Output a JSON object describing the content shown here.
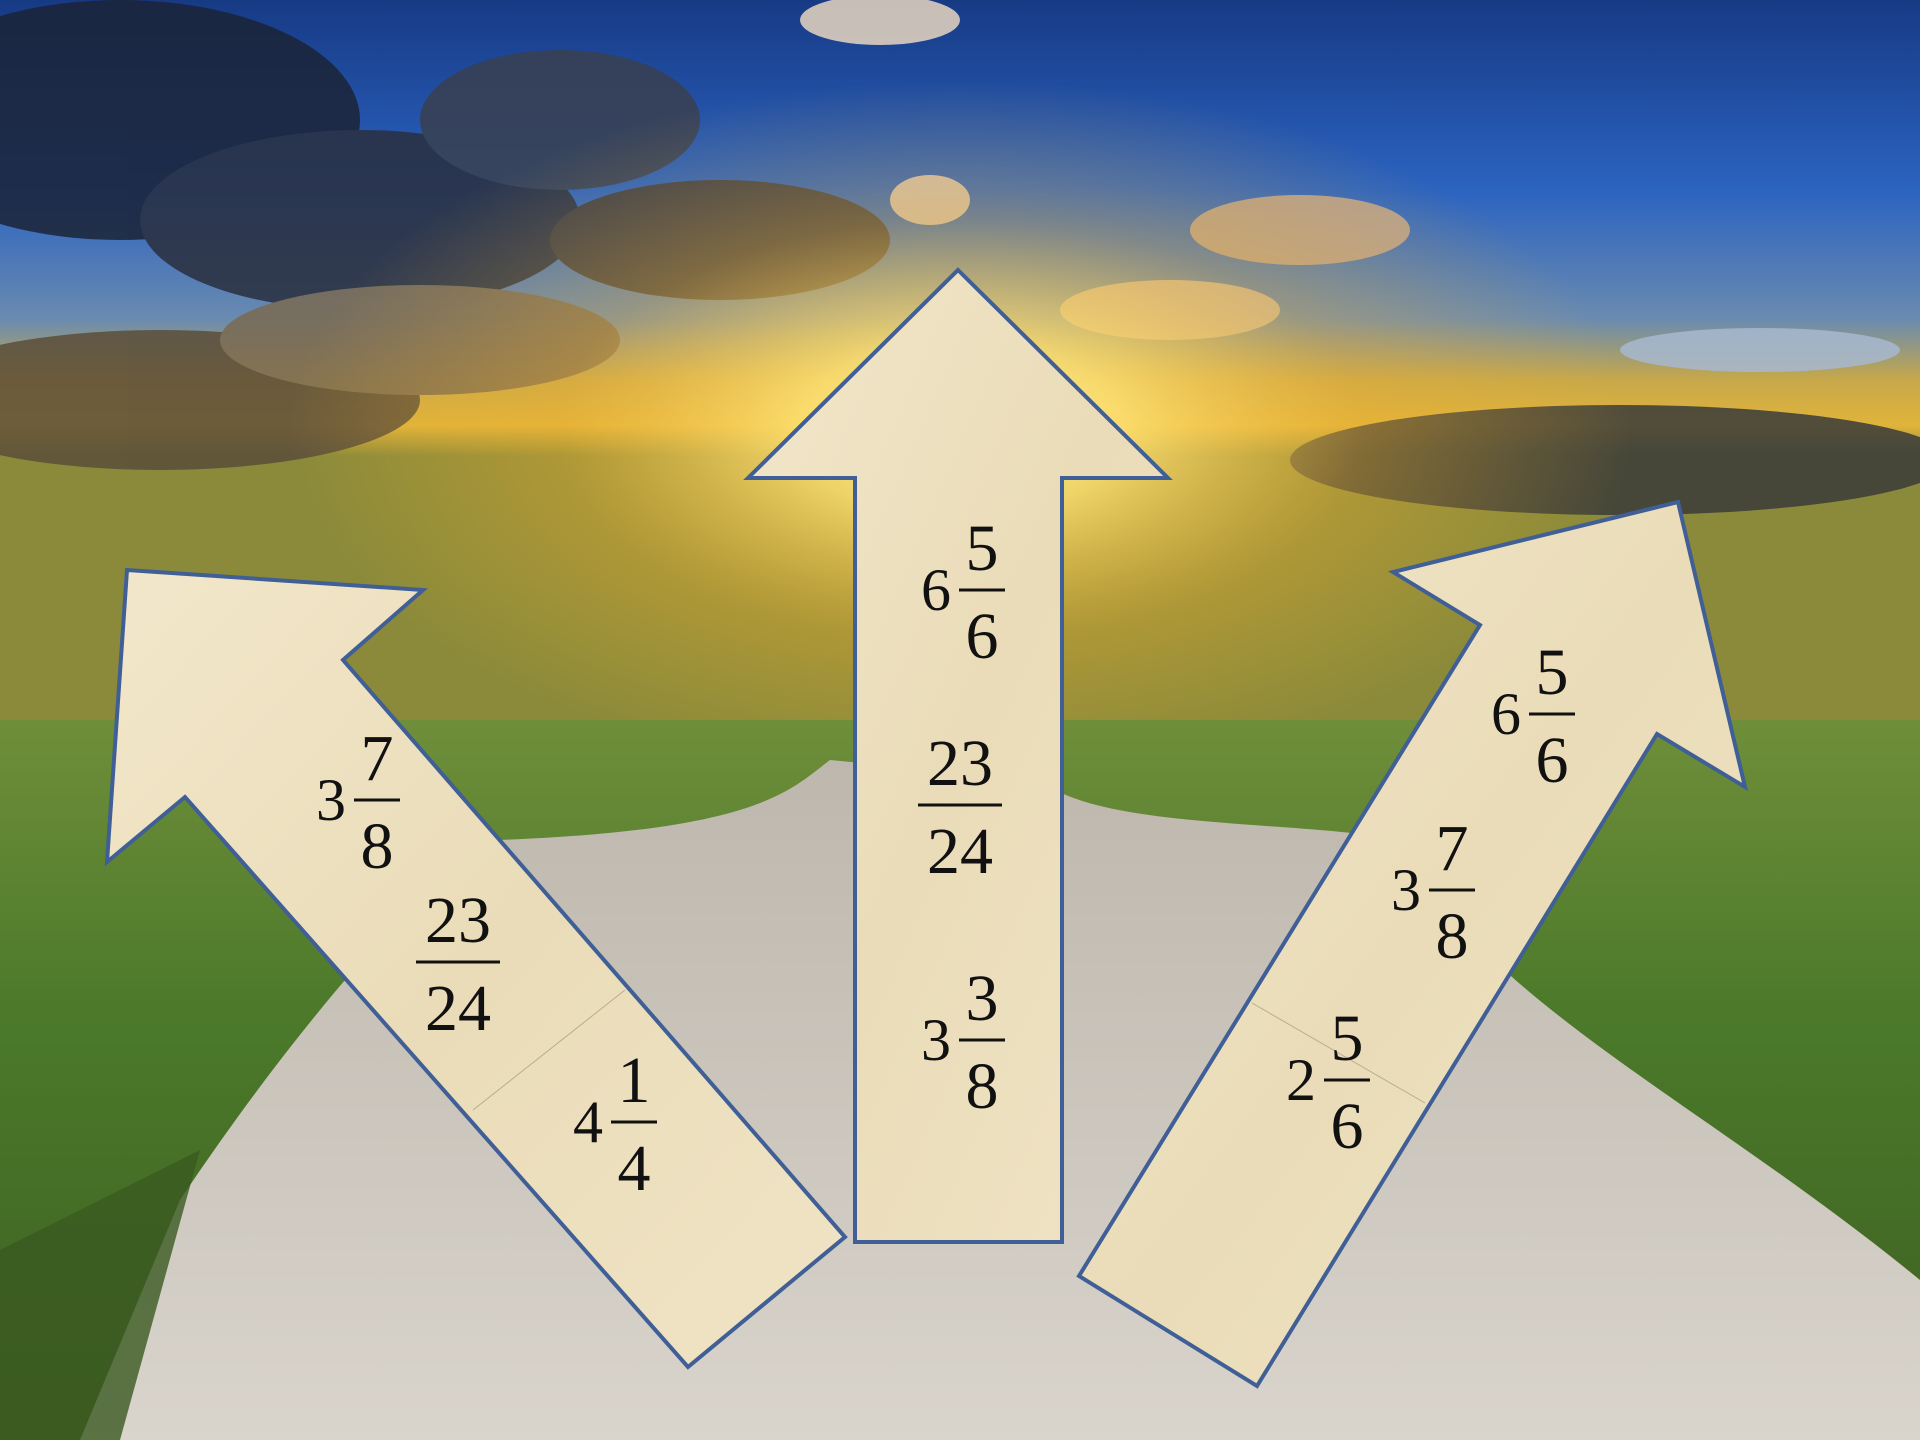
{
  "arrows": {
    "left": {
      "rows": [
        {
          "whole": "3",
          "numerator": "7",
          "denominator": "8"
        },
        {
          "whole": "",
          "numerator": "23",
          "denominator": "24"
        },
        {
          "whole": "4",
          "numerator": "1",
          "denominator": "4"
        }
      ]
    },
    "center": {
      "rows": [
        {
          "whole": "6",
          "numerator": "5",
          "denominator": "6"
        },
        {
          "whole": "",
          "numerator": "23",
          "denominator": "24"
        },
        {
          "whole": "3",
          "numerator": "3",
          "denominator": "8"
        }
      ]
    },
    "right": {
      "rows": [
        {
          "whole": "6",
          "numerator": "5",
          "denominator": "6"
        },
        {
          "whole": "3",
          "numerator": "7",
          "denominator": "8"
        },
        {
          "whole": "2",
          "numerator": "5",
          "denominator": "6"
        }
      ]
    }
  },
  "colors": {
    "arrow_fill": "#efe3c4",
    "arrow_stroke": "#3f5f96",
    "sky_top": "#1f4fa8",
    "sun": "#ffd84a",
    "grass": "#4e7a2a",
    "road": "#cfcac2"
  }
}
